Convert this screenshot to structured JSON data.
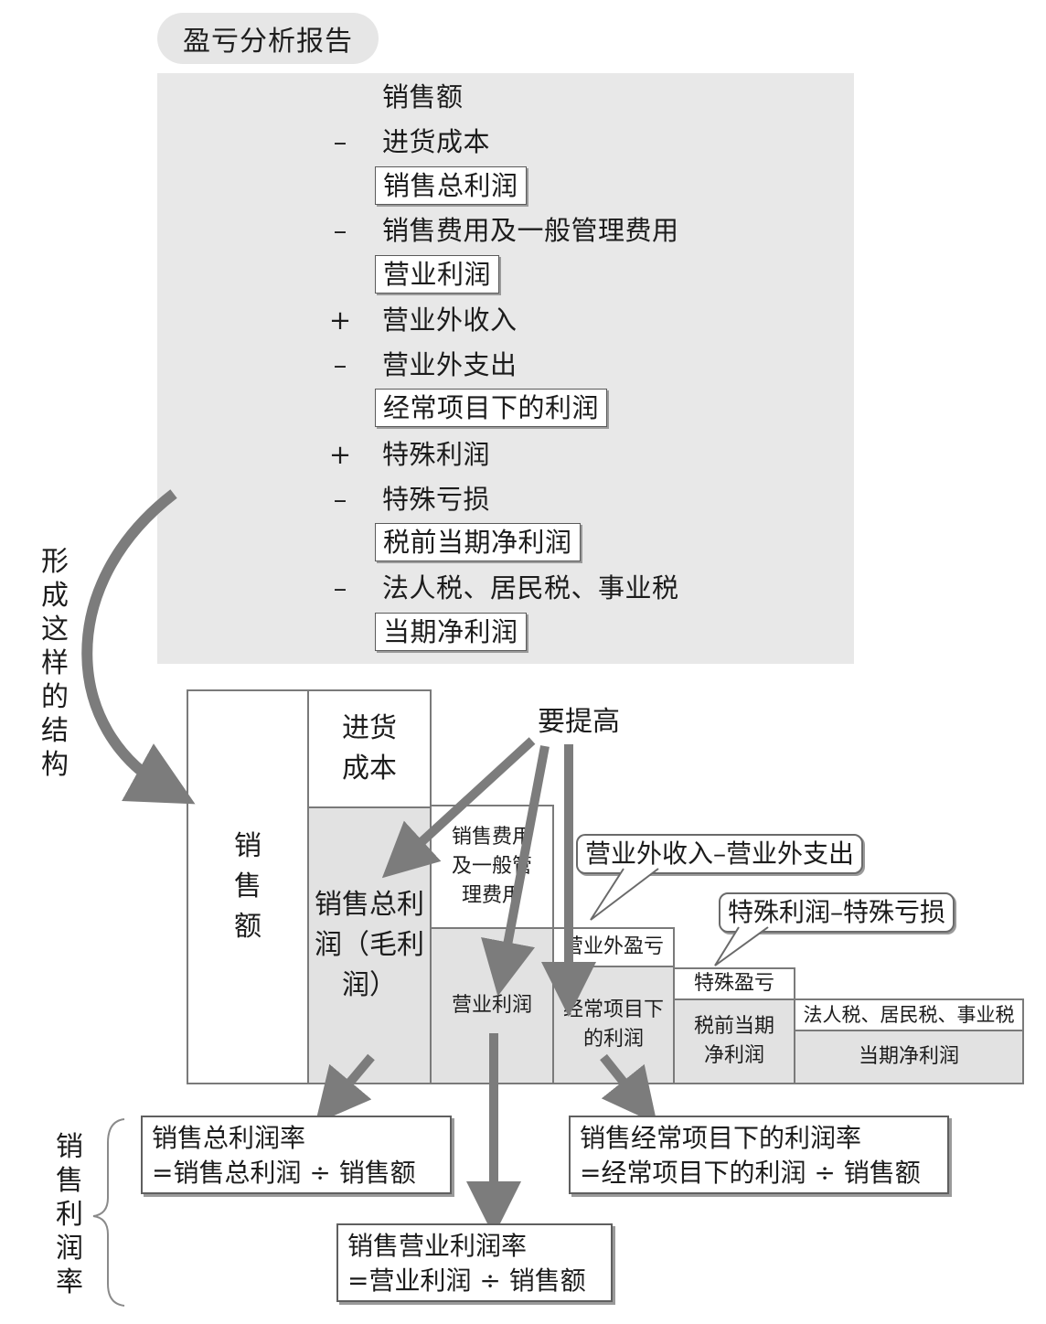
{
  "report_title": "盈亏分析报告",
  "statement": [
    {
      "op": "",
      "text": "销售额",
      "boxed": false
    },
    {
      "op": "–",
      "text": "进货成本",
      "boxed": false
    },
    {
      "op": "",
      "text": "销售总利润",
      "boxed": true
    },
    {
      "op": "–",
      "text": "销售费用及一般管理费用",
      "boxed": false
    },
    {
      "op": "",
      "text": "营业利润",
      "boxed": true
    },
    {
      "op": "+",
      "text": "营业外收入",
      "boxed": false
    },
    {
      "op": "–",
      "text": "营业外支出",
      "boxed": false
    },
    {
      "op": "",
      "text": "经常项目下的利润",
      "boxed": true
    },
    {
      "op": "+",
      "text": "特殊利润",
      "boxed": false
    },
    {
      "op": "–",
      "text": "特殊亏损",
      "boxed": false
    },
    {
      "op": "",
      "text": "税前当期净利润",
      "boxed": true
    },
    {
      "op": "–",
      "text": "法人税、居民税、事业税",
      "boxed": false
    },
    {
      "op": "",
      "text": "当期净利润",
      "boxed": true
    }
  ],
  "structure_label": "形成这样的结构",
  "raise_label": "要提高",
  "blocks": {
    "sales": "销售额",
    "purchase_cost": "进货成本",
    "gross_profit": "销售总利润（毛利润）",
    "sga": "销售费用及一般管理费用",
    "operating_profit": "营业利润",
    "non_operating": "营业外盈亏",
    "ordinary_profit": "经常项目下的利润",
    "special": "特殊盈亏",
    "pretax_profit": "税前当期净利润",
    "taxes": "法人税、居民税、事业税",
    "net_profit": "当期净利润"
  },
  "callouts": {
    "non_operating": "营业外收入–营业外支出",
    "special": "特殊利润–特殊亏损"
  },
  "margin_label": "销售利润率",
  "ratios": [
    {
      "title": "销售总利润率",
      "formula": "=销售总利润 ÷ 销售额"
    },
    {
      "title": "销售营业利润率",
      "formula": "=营业利润 ÷ 销售额"
    },
    {
      "title": "销售经常项目下的利润率",
      "formula": "=经常项目下的利润 ÷ 销售额"
    }
  ]
}
